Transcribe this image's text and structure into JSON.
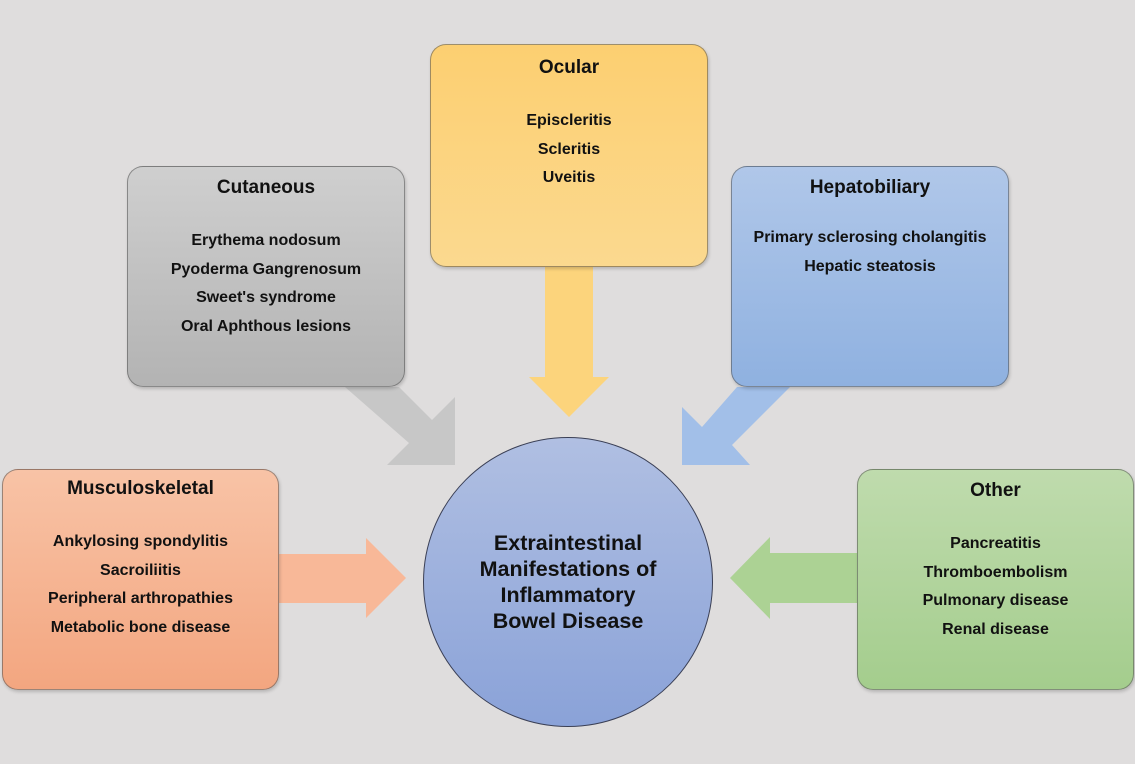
{
  "center": {
    "line1": "Extraintestinal",
    "line2": "Manifestations of",
    "line3": "Inflammatory",
    "line4": "Bowel Disease"
  },
  "categories": {
    "ocular": {
      "title": "Ocular",
      "items": [
        "Episcleritis",
        "Scleritis",
        "Uveitis"
      ],
      "color": "#fbd07a"
    },
    "cutaneous": {
      "title": "Cutaneous",
      "items": [
        "Erythema nodosum",
        "Pyoderma Gangrenosum",
        "Sweet's syndrome",
        "Oral Aphthous lesions"
      ],
      "color": "#c4c4c4"
    },
    "hepatobiliary": {
      "title": "Hepatobiliary",
      "items": [
        "Primary sclerosing cholangitis",
        "Hepatic steatosis"
      ],
      "color": "#a3bde6"
    },
    "musculoskeletal": {
      "title": "Musculoskeletal",
      "items": [
        "Ankylosing spondylitis",
        "Sacroiliitis",
        "Peripheral arthropathies",
        "Metabolic bone disease"
      ],
      "color": "#f6b593"
    },
    "other": {
      "title": "Other",
      "items": [
        "Pancreatitis",
        "Thromboembolism",
        "Pulmonary disease",
        "Renal disease"
      ],
      "color": "#b2d49d"
    }
  },
  "arrow_colors": {
    "ocular": "#fcd47c",
    "cutaneous": "#c7c7c7",
    "hepatobiliary": "#a2bfe8",
    "musculoskeletal": "#f8b898",
    "other": "#acd294"
  }
}
